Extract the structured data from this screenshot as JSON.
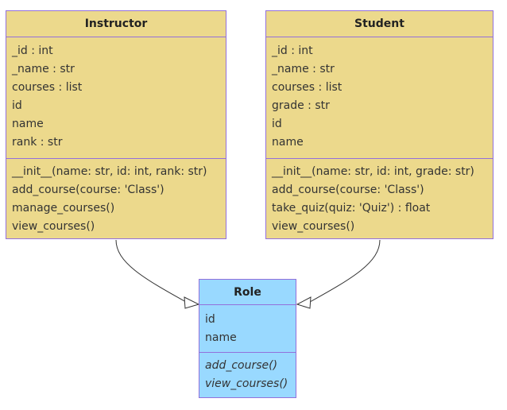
{
  "classes": {
    "instructor": {
      "name": "Instructor",
      "attributes": [
        "_id : int",
        "_name : str",
        "courses : list",
        "id",
        "name",
        "rank : str"
      ],
      "methods": [
        "__init__(name: str, id: int, rank: str)",
        "add_course(course: 'Class')",
        "manage_courses()",
        "view_courses()"
      ]
    },
    "student": {
      "name": "Student",
      "attributes": [
        "_id : int",
        "_name : str",
        "courses : list",
        "grade : str",
        "id",
        "name"
      ],
      "methods": [
        "__init__(name: str, id: int, grade: str)",
        "add_course(course: 'Class')",
        "take_quiz(quiz: 'Quiz') : float",
        "view_courses()"
      ]
    },
    "role": {
      "name": "Role",
      "attributes": [
        "id",
        "name"
      ],
      "methods": [
        "add_course()",
        "view_courses()"
      ]
    }
  },
  "relations": [
    {
      "from": "Instructor",
      "to": "Role",
      "type": "inheritance"
    },
    {
      "from": "Student",
      "to": "Role",
      "type": "inheritance"
    }
  ],
  "colors": {
    "class_fill": "#ecd98c",
    "abstract_fill": "#99d9ff",
    "border": "#9370db",
    "edge": "#333333"
  }
}
